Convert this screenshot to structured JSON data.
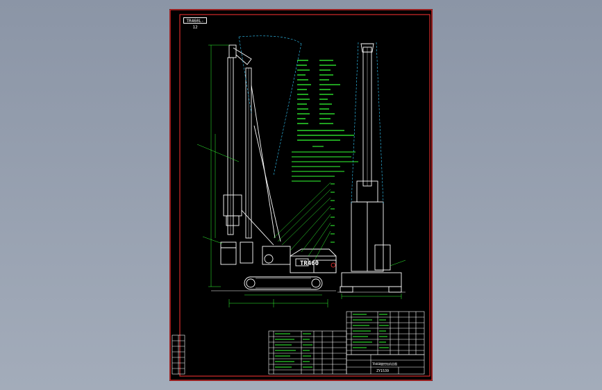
{
  "drawing": {
    "figure_tag": "TR460L-12",
    "machine_label": "TR460",
    "title_block": {
      "part_name": "TR460旋挖钻机总图",
      "drawing_code": "ZY1539"
    }
  },
  "colors": {
    "background_desktop": "#94a0b1",
    "sheet": "#000000",
    "border": "#ff3333",
    "outline": "#ffffff",
    "green_text": "#33ff33",
    "cyan_lines": "#33ccff"
  }
}
